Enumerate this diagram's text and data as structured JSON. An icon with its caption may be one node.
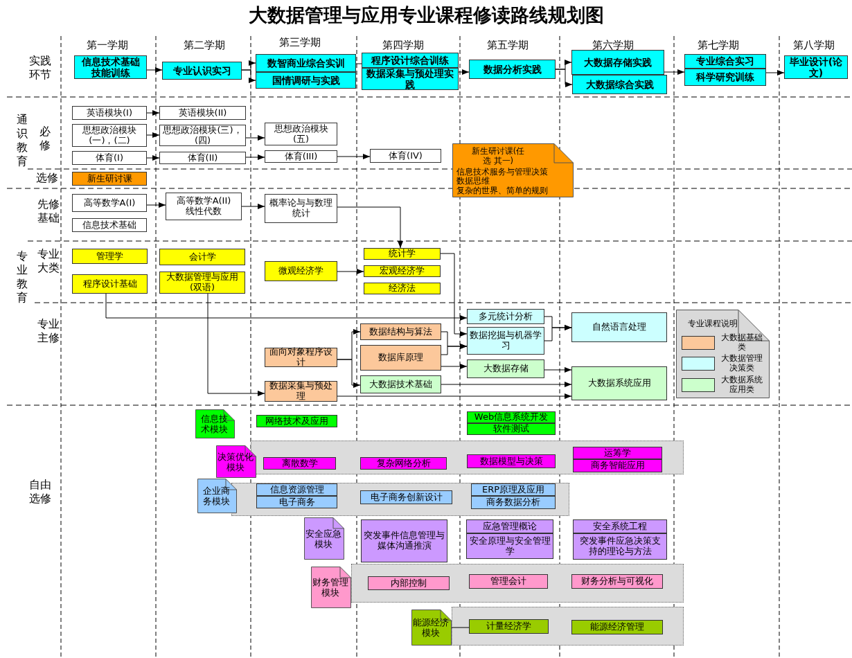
{
  "diagram": {
    "title": "大数据管理与应用专业课程修读路线规划图",
    "nodes": [
      {
        "text": [
          "信息技术基础技能训练"
        ]
      },
      {
        "text": [
          "专业认识实习"
        ]
      },
      {
        "text": [
          "数智商业综合实训"
        ]
      },
      {
        "text": [
          "国情调研与实践"
        ]
      },
      {
        "text": [
          "程序设计综合训练"
        ]
      },
      {
        "text": [
          "数据采集与预处理实践"
        ]
      },
      {
        "text": [
          "数据分析实践"
        ]
      },
      {
        "text": [
          "大数据存储实践"
        ]
      },
      {
        "text": [
          "大数据综合实践"
        ]
      },
      {
        "text": [
          "专业综合实习"
        ]
      },
      {
        "text": [
          "科学研究训练"
        ]
      },
      {
        "text": [
          "毕业设计(论文)"
        ]
      },
      {
        "text": [
          "英语模块(I)"
        ]
      },
      {
        "text": [
          "英语模块(II)"
        ]
      },
      {
        "text": [
          "思想政治模块(一)，(二)"
        ]
      },
      {
        "text": [
          "思想政治模块(三)，(四)"
        ]
      },
      {
        "text": [
          "思想政治模块(五)"
        ]
      },
      {
        "text": [
          "体育(I)"
        ]
      },
      {
        "text": [
          "体育(II)"
        ]
      },
      {
        "text": [
          "体育(III)"
        ]
      },
      {
        "text": [
          "体育(IV)"
        ]
      },
      {
        "text": [
          "新生研讨课"
        ]
      },
      {
        "text": [
          "新生研讨课(任选 其一)",
          "信息技术服务与管理决策",
          "数据思维",
          "复杂的世界、简单的规则"
        ]
      },
      {
        "text": [
          "高等数学A(I)"
        ]
      },
      {
        "text": [
          "信息技术基础"
        ]
      },
      {
        "text": [
          "高等数学A(II)",
          "线性代数"
        ]
      },
      {
        "text": [
          "概率论与与数理统计"
        ]
      },
      {
        "text": [
          "管理学"
        ]
      },
      {
        "text": [
          "程序设计基础"
        ]
      },
      {
        "text": [
          "会计学"
        ]
      },
      {
        "text": [
          "大数据管理与应用(双语)"
        ]
      },
      {
        "text": [
          "微观经济学"
        ]
      },
      {
        "text": [
          "统计学"
        ]
      },
      {
        "text": [
          "宏观经济学"
        ]
      },
      {
        "text": [
          "经济法"
        ]
      },
      {
        "text": [
          "面向对象程序设计"
        ]
      },
      {
        "text": [
          "数据采集与预处理"
        ]
      },
      {
        "text": [
          "数据结构与算法"
        ]
      },
      {
        "text": [
          "数据库原理"
        ]
      },
      {
        "text": [
          "大数据技术基础"
        ]
      },
      {
        "text": [
          "多元统计分析"
        ]
      },
      {
        "text": [
          "数据挖掘与机器学习"
        ]
      },
      {
        "text": [
          "大数据存储"
        ]
      },
      {
        "text": [
          "自然语言处理"
        ]
      },
      {
        "text": [
          "大数据系统应用"
        ]
      },
      {
        "text": [
          "专业课程说明"
        ]
      },
      {
        "text": [
          "信息技术模块"
        ]
      },
      {
        "text": [
          "网络技术及应用"
        ]
      },
      {
        "text": [
          "Web信息系统开发"
        ]
      },
      {
        "text": [
          "软件测试"
        ]
      },
      {
        "text": [],
        "shape": "box"
      },
      {
        "text": [
          "决策优化模块"
        ]
      },
      {
        "text": [
          "离散数学"
        ],
        "in": 50
      },
      {
        "text": [
          "复杂网络分析"
        ],
        "in": 50
      },
      {
        "text": [
          "数据模型与决策"
        ],
        "in": 50
      },
      {
        "text": [
          "运筹学"
        ],
        "in": 50
      },
      {
        "text": [
          "商务智能应用"
        ],
        "in": 50
      },
      {
        "text": [],
        "shape": "box"
      },
      {
        "text": [
          "企业商务模块"
        ]
      },
      {
        "text": [
          "信息资源管理"
        ],
        "in": 57
      },
      {
        "text": [
          "电子商务"
        ],
        "in": 57
      },
      {
        "text": [
          "电子商务创新设计"
        ],
        "in": 57
      },
      {
        "text": [
          "ERP原理及应用"
        ],
        "in": 57
      },
      {
        "text": [
          "商务数据分析"
        ],
        "in": 57
      },
      {
        "text": [
          "安全应急模块"
        ]
      },
      {
        "text": [
          "突发事件信息管理与媒体沟通推演"
        ]
      },
      {
        "text": [
          "应急管理概论"
        ]
      },
      {
        "text": [
          "安全原理与安全管理学"
        ]
      },
      {
        "text": [
          "安全系统工程"
        ]
      },
      {
        "text": [
          "突发事件应急决策支持的理论与方法"
        ]
      },
      {
        "text": [],
        "shape": "box"
      },
      {
        "text": [
          "财务管理模块"
        ]
      },
      {
        "text": [
          "内部控制"
        ],
        "in": 70
      },
      {
        "text": [
          "管理会计"
        ],
        "in": 70
      },
      {
        "text": [
          "财务分析与可视化"
        ],
        "in": 70
      },
      {
        "text": [],
        "shape": "box"
      },
      {
        "text": [
          "能源经济模块"
        ]
      },
      {
        "text": [
          "计量经济学"
        ],
        "in": 75
      },
      {
        "text": [
          "能源经济管理"
        ],
        "in": 75
      }
    ],
    "edges": [
      {
        "from": 0,
        "to": 1,
        "arrow": "to"
      },
      {
        "from": 1,
        "to": 2,
        "arrow": "to"
      },
      {
        "from": 1,
        "to": 3,
        "arrow": "to"
      },
      {
        "from": 2,
        "to": 4,
        "arrow": "none"
      },
      {
        "from": 5,
        "to": 6,
        "arrow": "to"
      },
      {
        "from": 6,
        "to": 7,
        "arrow": "to"
      },
      {
        "from": 6,
        "to": 8,
        "arrow": "to"
      },
      {
        "from": 7,
        "to": 10,
        "arrow": "to"
      },
      {
        "from": 10,
        "to": 11,
        "arrow": "to"
      },
      {
        "from": 12,
        "to": 13,
        "arrow": "to"
      },
      {
        "from": 14,
        "to": 15,
        "arrow": "to"
      },
      {
        "from": 15,
        "to": 16,
        "arrow": "to"
      },
      {
        "from": 17,
        "to": 18,
        "arrow": "to"
      },
      {
        "from": 18,
        "to": 19,
        "arrow": "to"
      },
      {
        "from": 19,
        "to": 20,
        "arrow": "to"
      },
      {
        "from": 23,
        "to": 25,
        "arrow": "to"
      },
      {
        "from": 25,
        "to": 26,
        "arrow": "to"
      },
      {
        "from": 26,
        "to": 32,
        "arrow": "to"
      },
      {
        "from": 31,
        "to": 33,
        "arrow": "to"
      },
      {
        "from": 28,
        "to": 40,
        "arrow": "to"
      },
      {
        "from": 30,
        "to": 36,
        "arrow": "to"
      },
      {
        "from": 35,
        "to": 37,
        "arrow": "to"
      },
      {
        "from": 35,
        "to": 39,
        "arrow": "to"
      },
      {
        "from": 32,
        "to": 41,
        "arrow": "to"
      },
      {
        "from": 37,
        "to": 41,
        "arrow": "to"
      },
      {
        "from": 38,
        "to": 41,
        "arrow": "to"
      },
      {
        "from": 38,
        "to": 42,
        "arrow": "to"
      },
      {
        "from": 40,
        "to": 43,
        "arrow": "to"
      },
      {
        "from": 41,
        "to": 43,
        "arrow": "to"
      },
      {
        "from": 42,
        "to": 44,
        "arrow": "to"
      },
      {
        "from": 39,
        "to": 44,
        "arrow": "to"
      },
      {
        "from": 36,
        "to": 44,
        "arrow": "to"
      },
      {
        "from": 76,
        "to": 77,
        "arrow": "none"
      }
    ],
    "labels": [
      "第一学期",
      "第二学期",
      "第三学期",
      "第四学期",
      "第五学期",
      "第六学期",
      "第七学期",
      "第八学期",
      "实践环节",
      "通识教育",
      "必修",
      "选修",
      "先修基础",
      "专业教育",
      "专业大类",
      "专业主修",
      "自由选修"
    ],
    "legend": [
      {
        "text": "大数据基础类",
        "color": "#fcc89b"
      },
      {
        "text": "大数据管理决策类",
        "color": "#ccffff"
      },
      {
        "text": "大数据系统应用类",
        "color": "#ccffcc"
      }
    ]
  }
}
